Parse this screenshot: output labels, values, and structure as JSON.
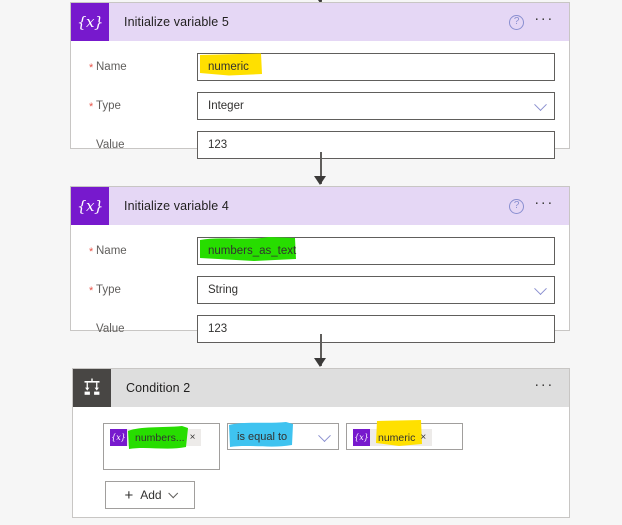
{
  "colors": {
    "variable_purple": "#7719cd",
    "variable_header": "#e5d7f5",
    "condition_icon": "#484644",
    "condition_header": "#dedede",
    "canvas": "#f6f6f6",
    "highlight_yellow": "#ffe000",
    "highlight_green": "#27dd00",
    "highlight_cyan": "#3fc3f0",
    "required_asterisk": "#e8554a"
  },
  "cards": [
    {
      "id": "initialize-variable-5",
      "icon": "variable-icon",
      "icon_glyph": "{x}",
      "title": "Initialize variable 5",
      "help_icon": "help-icon",
      "help_glyph": "?",
      "menu_icon": "more-options-icon",
      "menu_glyph": "···",
      "fields": [
        {
          "label": "Name",
          "required": true,
          "value": "numeric",
          "control": "text",
          "highlight": "yellow"
        },
        {
          "label": "Type",
          "required": true,
          "value": "Integer",
          "control": "select",
          "highlight": "none"
        },
        {
          "label": "Value",
          "required": false,
          "value": "123",
          "control": "text",
          "highlight": "none"
        }
      ]
    },
    {
      "id": "initialize-variable-4",
      "icon": "variable-icon",
      "icon_glyph": "{x}",
      "title": "Initialize variable 4",
      "help_icon": "help-icon",
      "help_glyph": "?",
      "menu_icon": "more-options-icon",
      "menu_glyph": "···",
      "fields": [
        {
          "label": "Name",
          "required": true,
          "value": "numbers_as_text",
          "control": "text",
          "highlight": "green"
        },
        {
          "label": "Type",
          "required": true,
          "value": "String",
          "control": "select",
          "highlight": "none"
        },
        {
          "label": "Value",
          "required": false,
          "value": "123",
          "control": "text",
          "highlight": "none"
        }
      ]
    }
  ],
  "condition": {
    "id": "condition-2",
    "icon": "condition-branch-icon",
    "title": "Condition 2",
    "menu_icon": "more-options-icon",
    "menu_glyph": "···",
    "left_operand": {
      "token_icon": "variable-token-icon",
      "token_glyph": "{x}",
      "label": "numbers...",
      "remove_glyph": "×",
      "highlight": "green"
    },
    "operator": {
      "value": "is equal to",
      "highlight": "cyan"
    },
    "right_operand": {
      "token_icon": "variable-token-icon",
      "token_glyph": "{x}",
      "label": "numeric",
      "remove_glyph": "×",
      "highlight": "yellow"
    },
    "add_button": {
      "plus_glyph": "+",
      "label": "Add",
      "chevron_icon": "chevron-down-icon"
    }
  }
}
